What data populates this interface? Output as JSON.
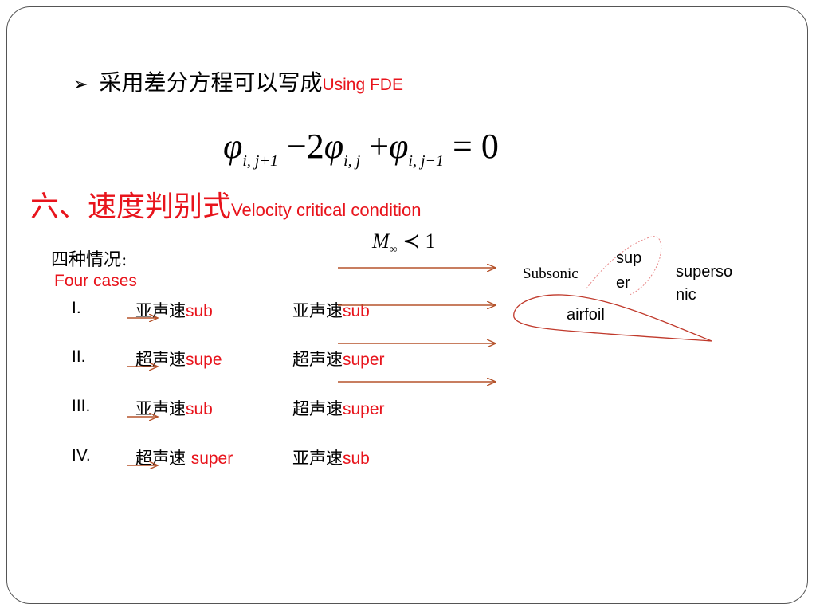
{
  "slide": {
    "bullet": {
      "cn": "采用差分方程可以写成",
      "en": "Using FDE"
    },
    "equation": {
      "phi": "φ",
      "sub1": "i, j+1",
      "op1": "−",
      "coef": "2",
      "sub2": "i, j",
      "op2": "+",
      "sub3": "i, j−1",
      "rhs": "= 0"
    },
    "heading": {
      "cn": "六、速度判别式",
      "en": "Velocity critical condition"
    },
    "mach": {
      "symbol": "M",
      "sub": "∞",
      "rel": "≺ 1"
    },
    "four_cases": {
      "cn": "四种情况:",
      "en": "Four cases"
    },
    "cases": [
      {
        "num": "I.",
        "a_cn": "亚声速",
        "a_en": "sub",
        "b_cn": "亚声速",
        "b_en": "sub"
      },
      {
        "num": "II.",
        "a_cn": "超声速",
        "a_en": "supe",
        "b_cn": "超声速",
        "b_en": "super"
      },
      {
        "num": "III.",
        "a_cn": "亚声速",
        "a_en": "sub",
        "b_cn": "超声速",
        "b_en": "super"
      },
      {
        "num": "IV.",
        "a_cn": "超声速 ",
        "a_en": "super",
        "b_cn": "亚声速",
        "b_en": "sub"
      }
    ],
    "diagram": {
      "subsonic": "Subsonic",
      "super_1": "sup",
      "super_2": "er",
      "supersonic_1": "superso",
      "supersonic_2": "nic",
      "airfoil": "airfoil"
    },
    "colors": {
      "red": "#e8141c",
      "arrow": "#b5532c",
      "airfoil": "#c0392b",
      "bubble": "#e88a8a"
    }
  }
}
